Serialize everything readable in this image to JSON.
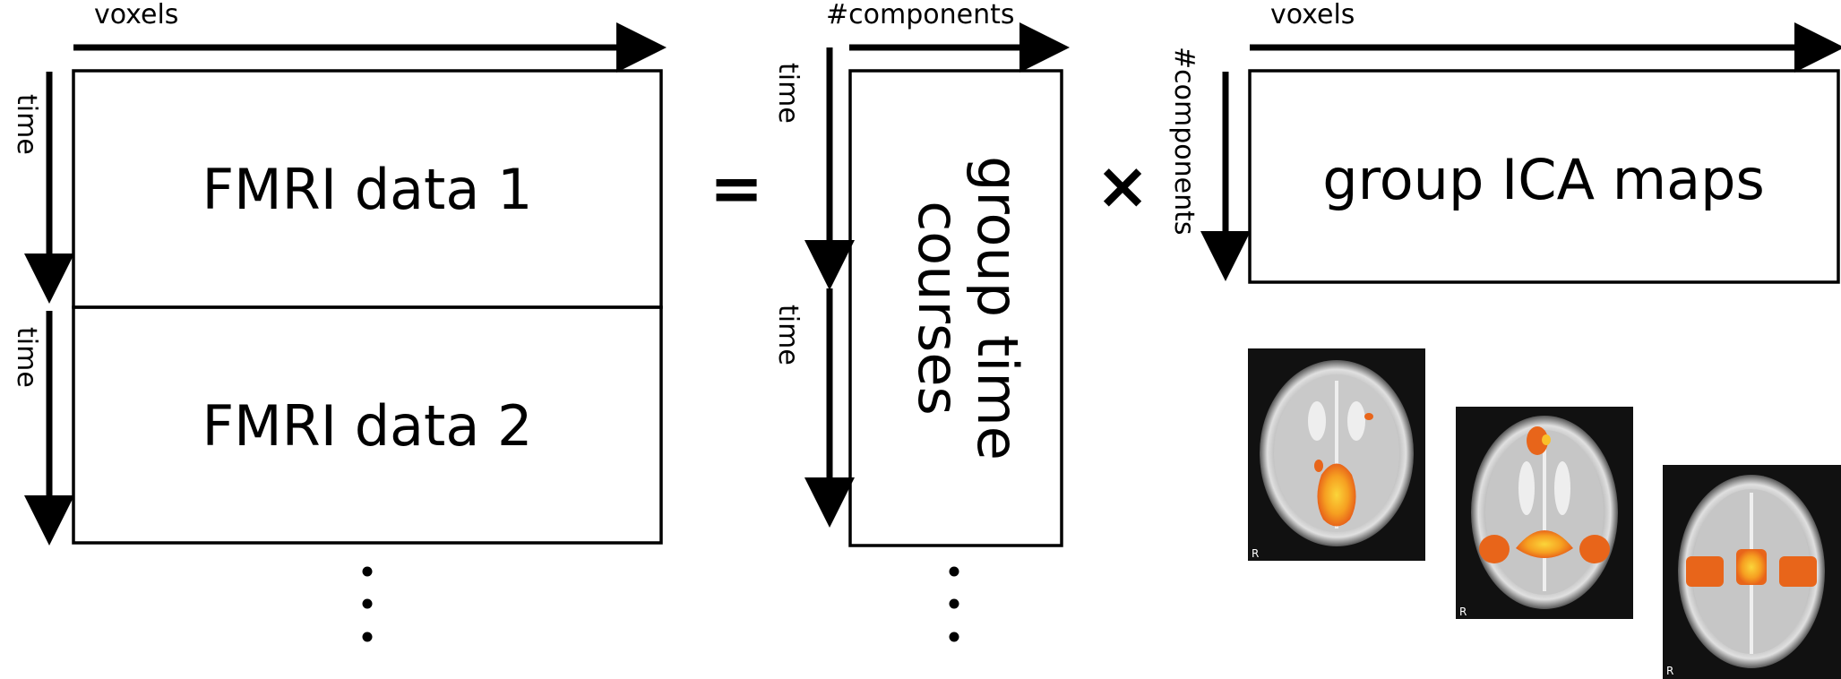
{
  "axes": {
    "voxels": "voxels",
    "time": "time",
    "components": "#components"
  },
  "blocks": {
    "fmri_data_1": "FMRI data 1",
    "fmri_data_2": "FMRI data 2",
    "group_time_courses_line1": "group time",
    "group_time_courses_line2": "courses",
    "group_ica_maps": "group ICA maps"
  },
  "operators": {
    "equals": "=",
    "times": "×"
  },
  "brain_marker": "R",
  "colors": {
    "line": "#000000",
    "activation_outer": "#e8651a",
    "activation_inner": "#f9c02a",
    "brain_background": "#111111"
  }
}
